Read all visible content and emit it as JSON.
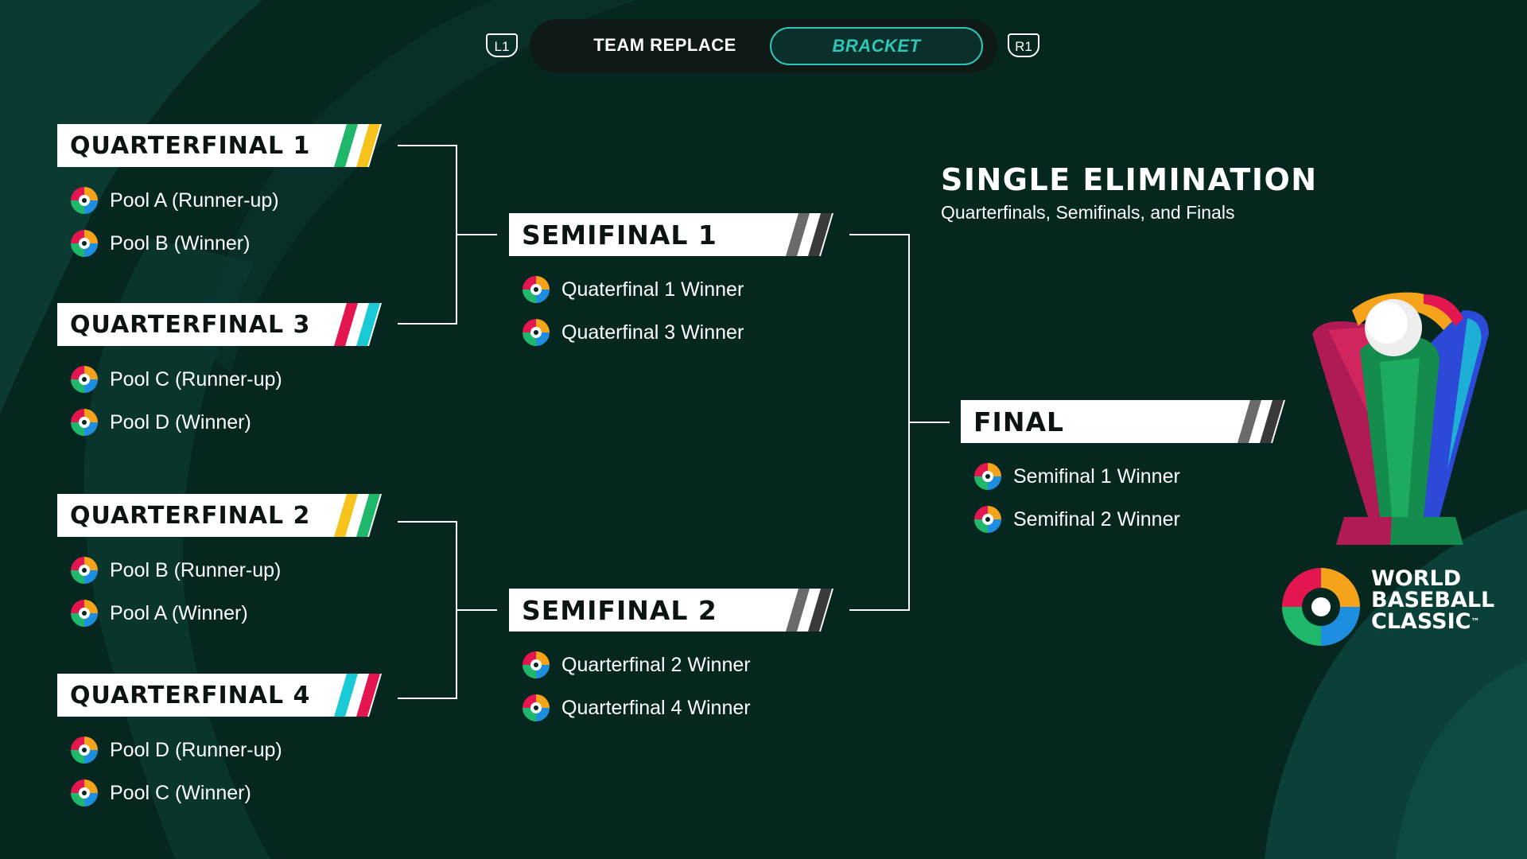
{
  "colors": {
    "background": "#06271f",
    "accent_teal": "#2ec6b7",
    "banner": "#ffffff",
    "stripe_green": "#1fb86a",
    "stripe_yellow": "#f6c21c",
    "stripe_magenta": "#e4164f",
    "stripe_cyan": "#1ac9d6",
    "stripe_dark": "#5a5a5a"
  },
  "controls": {
    "left_shoulder": "L1",
    "right_shoulder": "R1",
    "tabs": [
      {
        "label": "TEAM REPLACE",
        "active": false
      },
      {
        "label": "BRACKET",
        "active": true
      }
    ]
  },
  "heading": {
    "title": "SINGLE ELIMINATION",
    "subtitle": "Quarterfinals, Semifinals, and Finals"
  },
  "bracket": {
    "quarterfinals": [
      {
        "title": "QUARTERFINAL 1",
        "stripes": [
          "green",
          "yellow"
        ],
        "teams": [
          "Pool A (Runner-up)",
          "Pool B (Winner)"
        ]
      },
      {
        "title": "QUARTERFINAL 3",
        "stripes": [
          "magenta",
          "cyan"
        ],
        "teams": [
          "Pool C (Runner-up)",
          "Pool D (Winner)"
        ]
      },
      {
        "title": "QUARTERFINAL 2",
        "stripes": [
          "yellow",
          "green"
        ],
        "teams": [
          "Pool B (Runner-up)",
          "Pool A (Winner)"
        ]
      },
      {
        "title": "QUARTERFINAL 4",
        "stripes": [
          "cyan",
          "magenta"
        ],
        "teams": [
          "Pool D (Runner-up)",
          "Pool C (Winner)"
        ]
      }
    ],
    "semifinals": [
      {
        "title": "SEMIFINAL 1",
        "teams": [
          "Quaterfinal 1 Winner",
          "Quaterfinal 3 Winner"
        ]
      },
      {
        "title": "SEMIFINAL 2",
        "teams": [
          "Quarterfinal 2 Winner",
          "Quarterfinal 4 Winner"
        ]
      }
    ],
    "final": {
      "title": "FINAL",
      "teams": [
        "Semifinal 1 Winner",
        "Semifinal 2 Winner"
      ]
    }
  },
  "branding": {
    "logo_line1": "WORLD",
    "logo_line2": "BASEBALL",
    "logo_line3": "CLASSIC",
    "trademark": "™"
  }
}
